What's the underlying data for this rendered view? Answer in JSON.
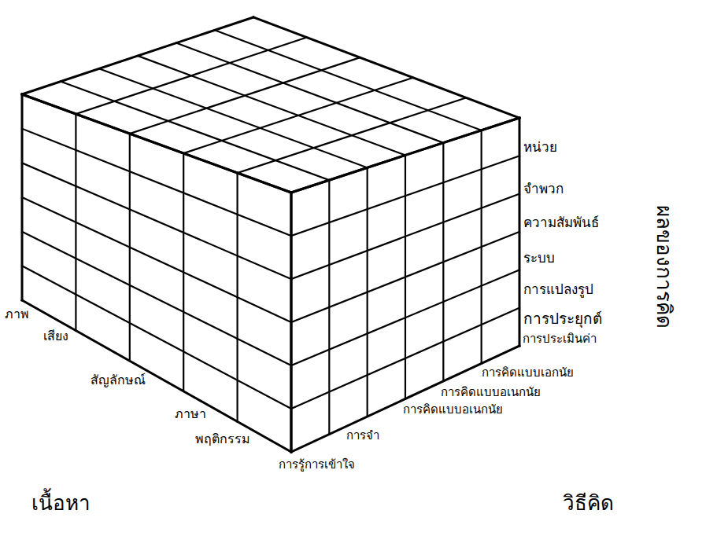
{
  "diagram": {
    "labels": [
      "หน่วย",
      "จำพวก",
      "ความสัมพันธ์",
      "ระบบ",
      "การแปลงรูป",
      "การประยุกต์",
      "การประเมินค่า",
      "การคิดแบบเอกนัย",
      "การคิดแบบอเนกนัย",
      "การคิดแบบอเนกนัย",
      "การจำ",
      "การรู้การเข้าใจ",
      "ภาพ",
      "เสียง",
      "สัญลักษณ์",
      "ภาษา",
      "พฤติกรรม",
      "ผลของการคิด",
      "เนื้อหา",
      "วิธีคิด"
    ]
  }
}
